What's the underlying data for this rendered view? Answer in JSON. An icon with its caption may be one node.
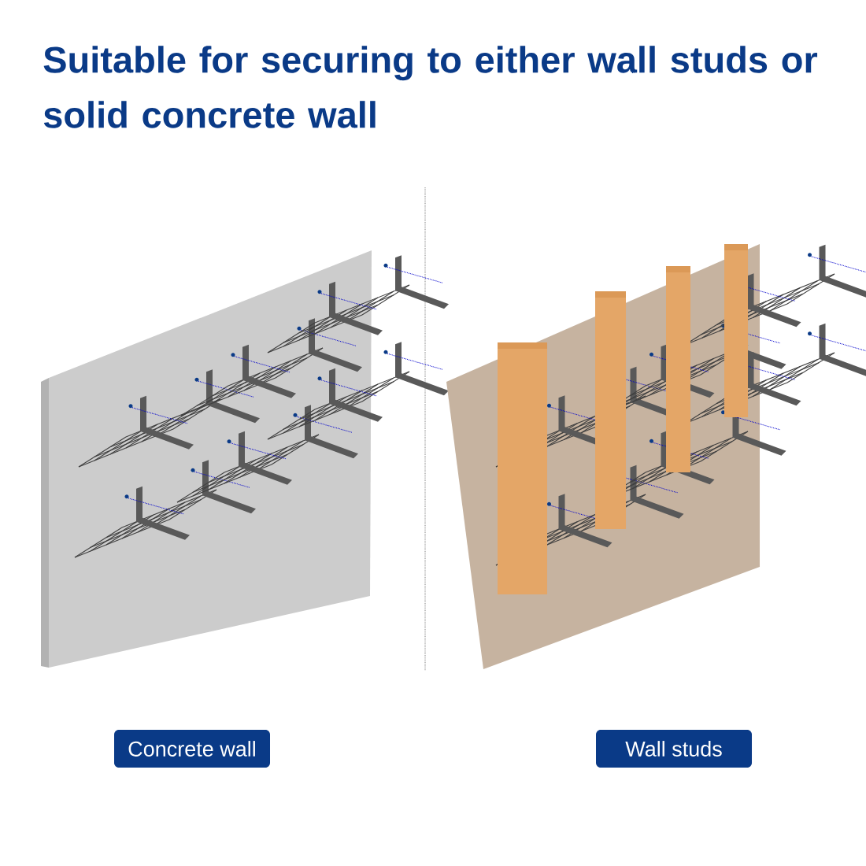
{
  "diagram": {
    "title": "Suitable for securing to either wall studs or solid concrete wall",
    "nodes": [
      {
        "text": [
          "Concrete wall"
        ]
      },
      {
        "text": [
          "Wall studs"
        ]
      }
    ]
  }
}
